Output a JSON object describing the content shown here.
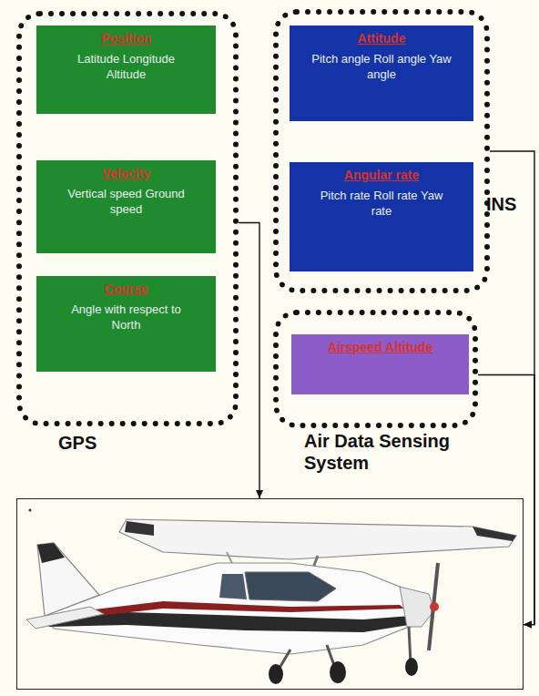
{
  "diagram": {
    "nodes": [
      {
        "text": [
          "GPS"
        ]
      },
      {
        "text": [
          "Position",
          "Latitude Longitude Altitude"
        ],
        "in": 0
      },
      {
        "text": [
          "Velocity",
          "Vertical speed Ground speed"
        ],
        "in": 0
      },
      {
        "text": [
          "Course",
          "Angle with respect to North"
        ],
        "in": 0
      },
      {
        "text": [
          "INS"
        ]
      },
      {
        "text": [
          "Attitude",
          "Pitch angle Roll angle Yaw angle"
        ],
        "in": 4
      },
      {
        "text": [
          "Angular rate",
          "Pitch rate Roll rate Yaw rate"
        ],
        "in": 4
      },
      {
        "text": [
          "Air Data Sensing System"
        ]
      },
      {
        "text": [
          "Airspeed Altitude"
        ],
        "in": 7
      },
      {
        "text": []
      }
    ],
    "edges": [
      {
        "from": 0,
        "to": 9,
        "arrow": "to"
      },
      {
        "from": 4,
        "to": 9,
        "arrow": "to"
      },
      {
        "from": 7,
        "to": 9,
        "arrow": "to"
      }
    ]
  }
}
